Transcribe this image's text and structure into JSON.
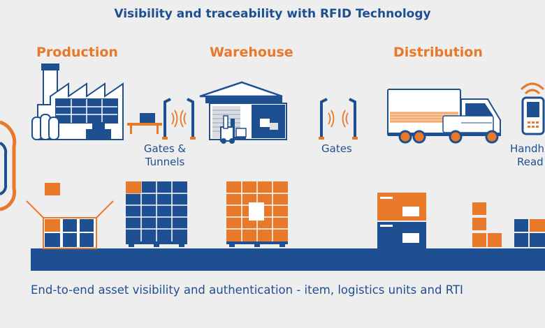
{
  "title": "Visibility and traceability with RFID Technology",
  "stages": {
    "production": "Production",
    "warehouse": "Warehouse",
    "distribution": "Distribution"
  },
  "labels": {
    "gates_tunnels_line1": "Gates &",
    "gates_tunnels_line2": "Tunnels",
    "gates": "Gates",
    "handheld_line1": "Handh",
    "handheld_line2": "Read"
  },
  "caption": "End-to-end asset visibility and authentication - item, logistics units and RTI",
  "colors": {
    "navy": "#1d4f91",
    "orange": "#e8782a",
    "background": "#eeeeee"
  },
  "icons": [
    "factory-icon",
    "rfid-gate-icon",
    "warehouse-icon",
    "forklift-icon",
    "truck-icon",
    "handheld-reader-icon",
    "rfid-signal-icon",
    "box-icon",
    "pallet-icon"
  ]
}
